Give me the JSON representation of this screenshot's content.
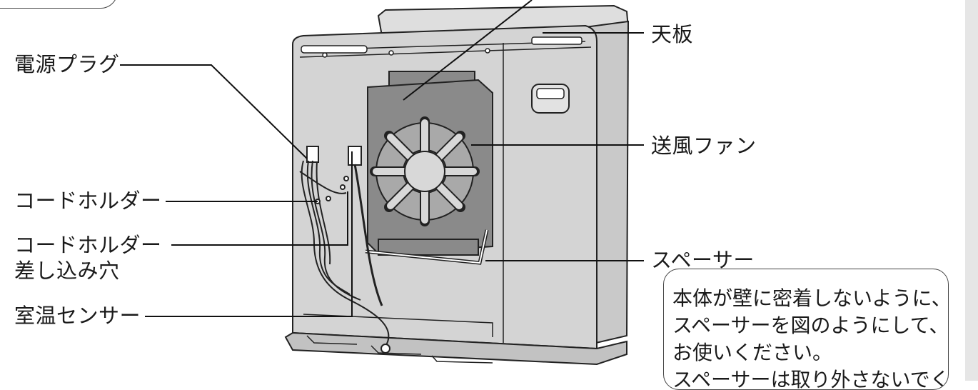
{
  "labels": {
    "power_plug": "電源プラグ",
    "cord_holder": "コードホルダー",
    "cord_holder_slot_line1": "コードホルダー",
    "cord_holder_slot_line2": "差し込み穴",
    "room_temp_sensor": "室温センサー",
    "top_plate": "天板",
    "blower_fan": "送風ファン",
    "spacer": "スペーサー"
  },
  "note": {
    "lines": [
      "本体が壁に密着しないように、",
      "スペーサーを図のようにして、",
      "お使いください。",
      "スペーサーは取り外さないでく"
    ]
  },
  "colors": {
    "body_fill": "#d4d4d4",
    "fan_fill": "#8a8a8a",
    "line": "#222222"
  }
}
